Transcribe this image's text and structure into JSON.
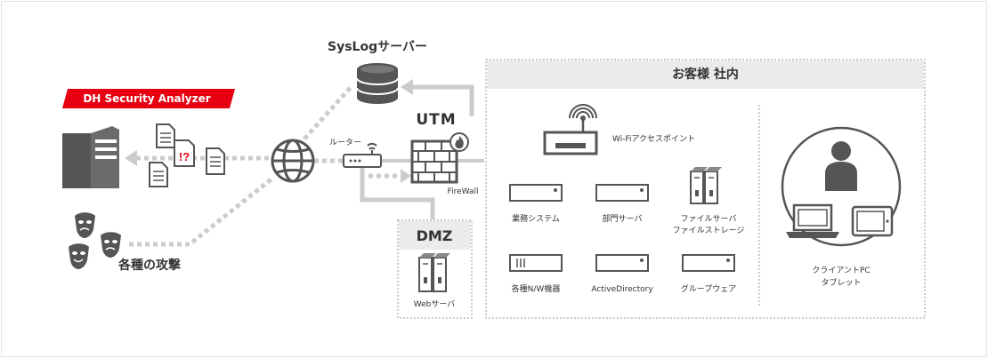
{
  "analyzer": {
    "label": "DH Security Analyzer"
  },
  "syslog": {
    "label": "SysLogサーバー"
  },
  "utm": {
    "label": "UTM"
  },
  "router": {
    "label": "ルーター"
  },
  "firewall": {
    "label": "FireWall"
  },
  "dmz": {
    "title": "DMZ",
    "server_label": "Webサーバ"
  },
  "attacks": {
    "label": "各種の攻撃"
  },
  "alert": {
    "symbol": "!?"
  },
  "office": {
    "title": "お客様 社内",
    "wifi_label": "Wi-Fiアクセスポイント",
    "devices": {
      "business_system": "業務システム",
      "department_server": "部門サーバ",
      "file_server_line1": "ファイルサーバ",
      "file_server_line2": "ファイルストレージ",
      "network_devices": "各種N/W機器",
      "active_directory": "ActiveDirectory",
      "groupware": "グループウェア"
    },
    "client_line1": "クライアントPC",
    "client_line2": "タブレット"
  },
  "colors": {
    "accent": "#e60012",
    "line": "#cccccc",
    "icon": "#555555",
    "panel": "#ebebeb"
  }
}
